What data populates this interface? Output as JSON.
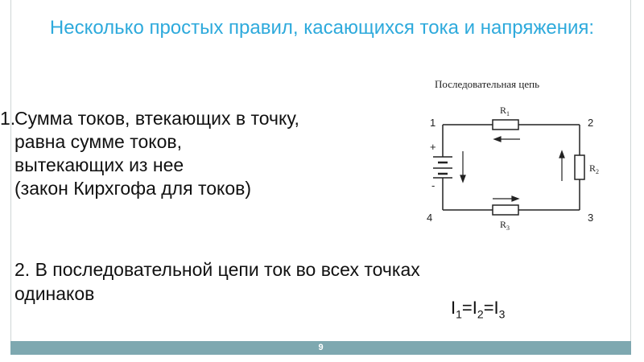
{
  "slide": {
    "title": "Несколько простых правил, касающихся тока и напряжения:",
    "rule1": {
      "number": "1.",
      "lines": [
        "Сумма токов, втекающих в точку,",
        "равна сумме токов,",
        "вытекающих из нее",
        "(закон Кирхгофа для токов)"
      ]
    },
    "rule2": {
      "lines": [
        "2. В последовательной цепи ток во всех точках",
        "одинаков"
      ]
    },
    "formula": {
      "parts": [
        "I",
        "1",
        "=I",
        "2",
        "=I",
        "3"
      ]
    },
    "page_number": "9"
  },
  "diagram": {
    "title": "Последовательная цепь",
    "nodes": {
      "n1": "1",
      "n2": "2",
      "n3": "3",
      "n4": "4"
    },
    "resistors": {
      "r1": {
        "letter": "R",
        "sub": "1"
      },
      "r2": {
        "letter": "R",
        "sub": "2"
      },
      "r3": {
        "letter": "R",
        "sub": "3"
      }
    },
    "battery": {
      "plus": "+",
      "minus": "-"
    }
  }
}
